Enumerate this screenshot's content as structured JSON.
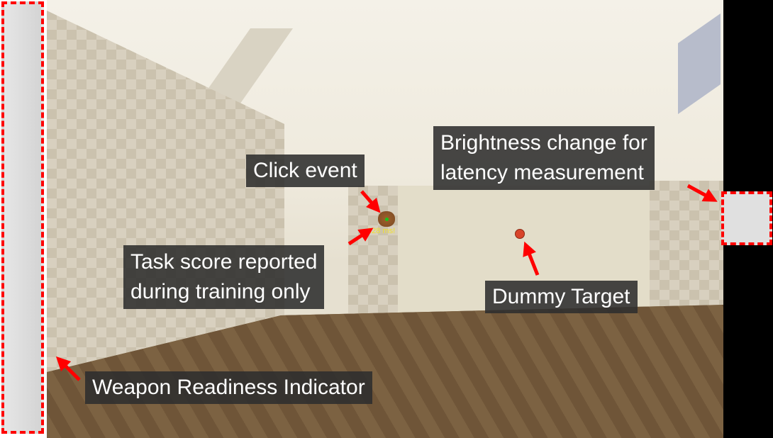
{
  "hud": {
    "score_text": "828 ms!"
  },
  "annotations": {
    "click_event": "Click event",
    "brightness_line1": "Brightness change for",
    "brightness_line2": "latency measurement",
    "task_score_line1": "Task score reported",
    "task_score_line2": "during training only",
    "dummy_target": "Dummy Target",
    "weapon_readiness": "Weapon Readiness Indicator"
  },
  "colors": {
    "annotation_red": "#ff0000",
    "score_yellow": "#f0e030"
  }
}
